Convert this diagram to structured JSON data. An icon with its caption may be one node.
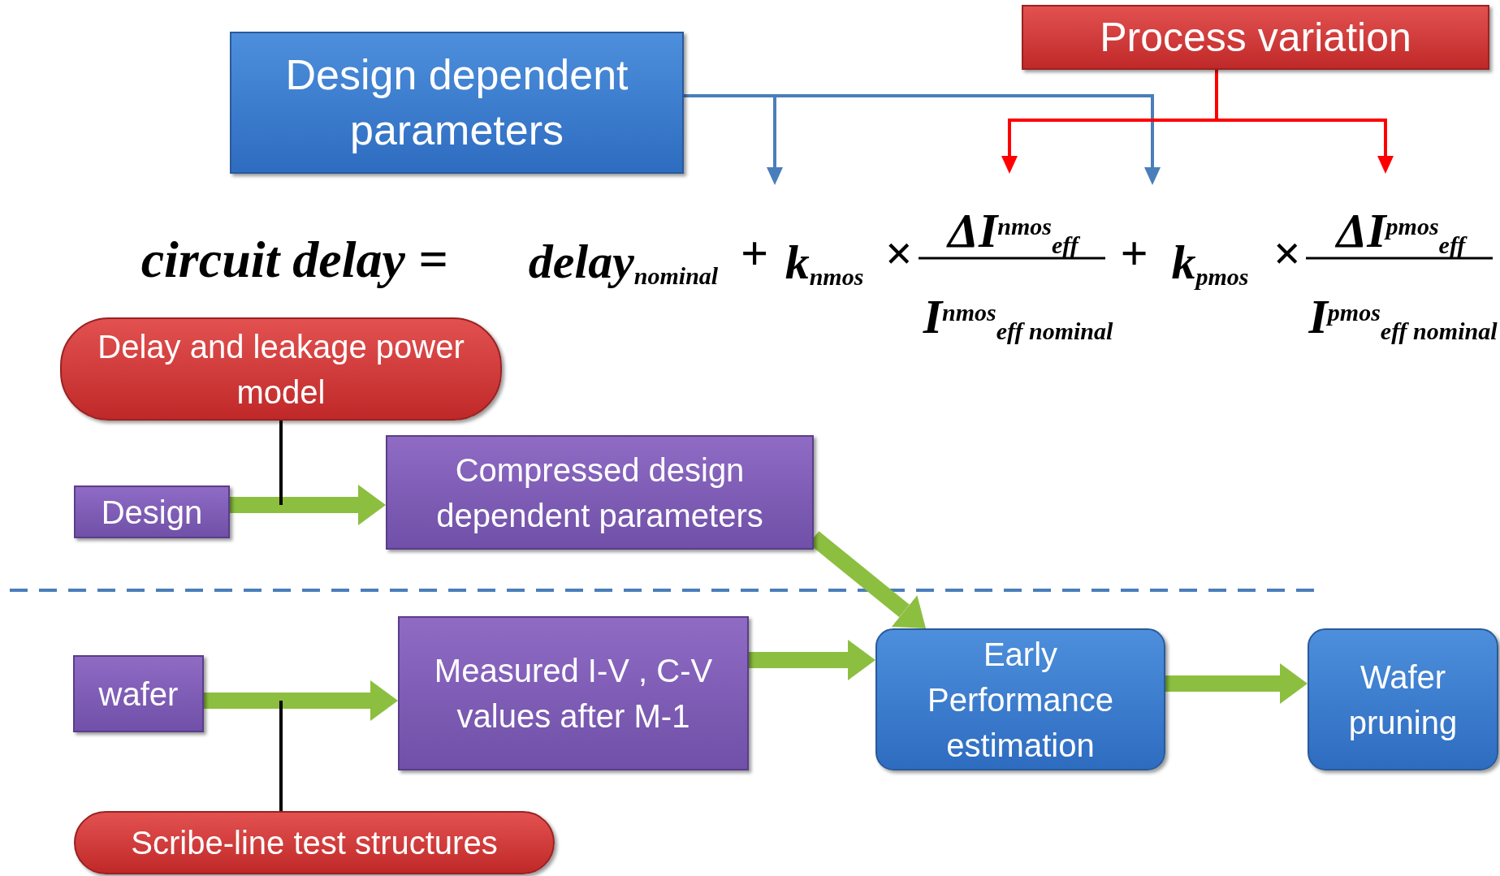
{
  "diagram": {
    "nodes": [
      {
        "text": [
          "Design dependent parameters"
        ]
      },
      {
        "text": [
          "Process variation"
        ]
      },
      {
        "text": [
          "k$_{nmos}$"
        ]
      },
      {
        "text": [
          "ΔI$^{nmos}$$_{eff}$"
        ]
      },
      {
        "text": [
          "k$_{pmos}$"
        ]
      },
      {
        "text": [
          "ΔI$^{pmos}$$_{eff}$"
        ]
      },
      {
        "text": [
          "Delay and leakage power model"
        ]
      },
      {
        "text": [
          "Design"
        ]
      },
      {
        "text": [
          "Compressed design dependent parameters"
        ]
      },
      {
        "text": [
          "wafer"
        ]
      },
      {
        "text": [
          "Measured I-V , C-V values after M-1"
        ]
      },
      {
        "text": [
          "Early Performance estimation"
        ]
      },
      {
        "text": [
          "Wafer pruning"
        ]
      },
      {
        "text": [
          "Scribe-line test structures"
        ]
      }
    ],
    "edges": [
      {
        "from": 0,
        "to": 2,
        "arrow": "to",
        "color": "#4a7ebb"
      },
      {
        "from": 0,
        "to": 4,
        "arrow": "to",
        "color": "#4a7ebb"
      },
      {
        "from": 1,
        "to": 3,
        "arrow": "to",
        "color": "#ff0000"
      },
      {
        "from": 1,
        "to": 5,
        "arrow": "to",
        "color": "#ff0000"
      },
      {
        "from": 7,
        "to": 8,
        "arrow": "to",
        "style": "thick"
      },
      {
        "from": 8,
        "to": 11,
        "arrow": "to",
        "style": "thick"
      },
      {
        "from": 9,
        "to": 10,
        "arrow": "to",
        "style": "thick"
      },
      {
        "from": 10,
        "to": 11,
        "arrow": "to",
        "style": "thick"
      },
      {
        "from": 11,
        "to": 12,
        "arrow": "to",
        "style": "thick"
      },
      {
        "from": 6,
        "to": null,
        "arrow": "none",
        "color": "#000000"
      },
      {
        "from": 13,
        "to": null,
        "arrow": "none",
        "color": "#000000"
      }
    ],
    "labels": [
      "circuit delay =",
      "delay$_{nominal}$",
      "+",
      "×",
      "I$^{nmos}$$_{eff nominal}$",
      "+",
      "×",
      "I$^{pmos}$$_{eff nominal}$"
    ]
  }
}
